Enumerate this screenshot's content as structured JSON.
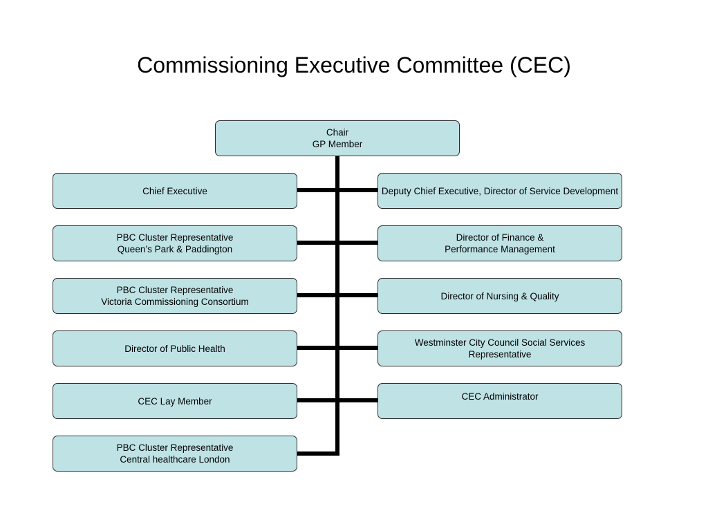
{
  "title": "Commissioning Executive Committee (CEC)",
  "chair": {
    "line1": "Chair",
    "line2": "GP Member"
  },
  "left": [
    {
      "line1": "Chief Executive",
      "line2": ""
    },
    {
      "line1": "PBC Cluster Representative",
      "line2": "Queen’s Park & Paddington"
    },
    {
      "line1": "PBC Cluster Representative",
      "line2": "Victoria Commissioning Consortium"
    },
    {
      "line1": "Director of Public Health",
      "line2": ""
    },
    {
      "line1": "CEC Lay Member",
      "line2": ""
    },
    {
      "line1": "PBC Cluster Representative",
      "line2": "Central healthcare London"
    }
  ],
  "right": [
    {
      "line1": "Deputy Chief Executive, Director of Service Development",
      "line2": ""
    },
    {
      "line1": "Director of Finance &",
      "line2": "Performance Management"
    },
    {
      "line1": "Director of Nursing & Quality",
      "line2": ""
    },
    {
      "line1": "Westminster City Council Social Services",
      "line2": "Representative"
    },
    {
      "line1": "CEC Administrator",
      "line2": ""
    }
  ],
  "colors": {
    "box_fill": "#bfe2e5",
    "box_border": "#2a2a2a",
    "connector": "#000000"
  }
}
